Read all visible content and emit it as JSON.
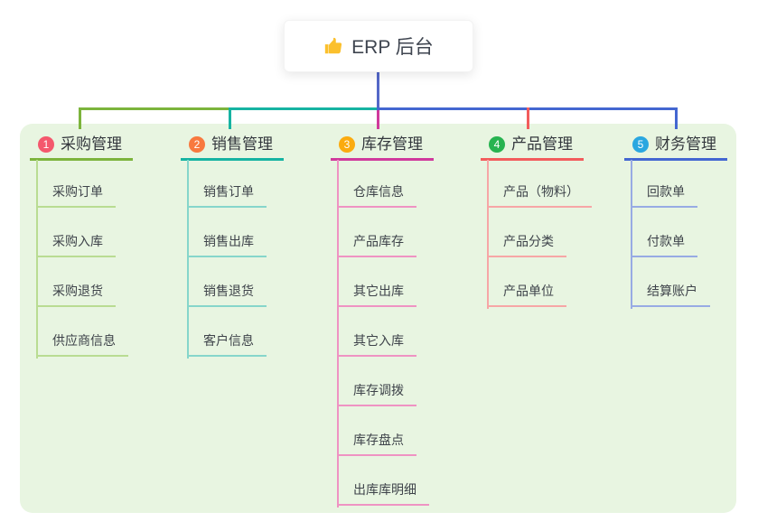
{
  "root": {
    "label": "ERP 后台",
    "icon": "thumbs-up-icon",
    "icon_color": "#fbc02d"
  },
  "canvas": {
    "background": "#ffffff",
    "panel_background": "#e8f5e1",
    "trunk_color": "#5468c8"
  },
  "branches": [
    {
      "badge": "1",
      "label": "采购管理",
      "badge_color": "#f4586d",
      "line_color": "#7cb43c",
      "child_line_color": "#b9dc92",
      "items": [
        "采购订单",
        "采购入库",
        "采购退货",
        "供应商信息"
      ]
    },
    {
      "badge": "2",
      "label": "销售管理",
      "badge_color": "#f8793e",
      "line_color": "#16b3a2",
      "child_line_color": "#86d6cb",
      "items": [
        "销售订单",
        "销售出库",
        "销售退货",
        "客户信息"
      ]
    },
    {
      "badge": "3",
      "label": "库存管理",
      "badge_color": "#fbab0f",
      "line_color": "#d03a9c",
      "child_line_color": "#ef93c3",
      "items": [
        "仓库信息",
        "产品库存",
        "其它出库",
        "其它入库",
        "库存调拨",
        "库存盘点",
        "出库库明细"
      ]
    },
    {
      "badge": "4",
      "label": "产品管理",
      "badge_color": "#27b350",
      "line_color": "#f25c5c",
      "child_line_color": "#f7a6a6",
      "items": [
        "产品（物料）",
        "产品分类",
        "产品单位"
      ]
    },
    {
      "badge": "5",
      "label": "财务管理",
      "badge_color": "#2aa7e0",
      "line_color": "#4467d1",
      "child_line_color": "#98abe4",
      "items": [
        "回款单",
        "付款单",
        "结算账户"
      ]
    }
  ]
}
